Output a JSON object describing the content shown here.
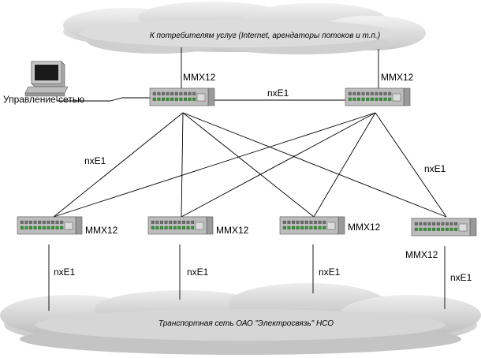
{
  "clouds": {
    "top": {
      "label": "К потребителям услуг (Internet, арендаторы потоков и т.п.)"
    },
    "bottom": {
      "label": "Транспортная сеть ОАО \"Электросвязь\" НСО"
    }
  },
  "management": {
    "label": "Управление сетью"
  },
  "devices": {
    "core_left": {
      "label": "MMX12"
    },
    "core_right": {
      "label": "MMX12"
    },
    "access_1": {
      "label": "MMX12"
    },
    "access_2": {
      "label": "MMX12"
    },
    "access_3": {
      "label": "MMX12"
    },
    "access_4": {
      "label": "MMX12"
    }
  },
  "links": {
    "core_interconnect": "nxE1",
    "mesh_left": "nxE1",
    "mesh_right": "nxE1",
    "drop_1": "nxE1",
    "drop_2": "nxE1",
    "drop_3": "nxE1",
    "drop_4": "nxE1"
  },
  "colors": {
    "line": "#000000",
    "cloud_fill": "#e2e2e2",
    "cloud_shade": "#c4c4c4",
    "device_top": "#d6d6d6",
    "device_front": "#bdbdbd",
    "led_green": "#2e9a2e"
  }
}
